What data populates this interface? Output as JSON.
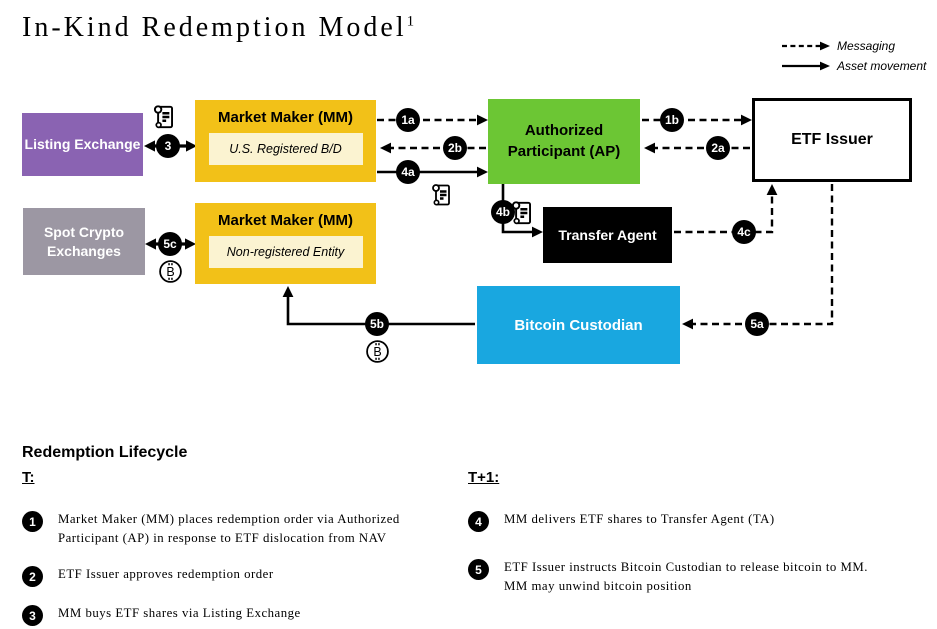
{
  "title": {
    "text": "In-Kind Redemption Model",
    "footnote_marker": "1"
  },
  "legend": {
    "messaging": "Messaging",
    "asset_movement": "Asset movement"
  },
  "colors": {
    "purple": "#8A63B2",
    "yellow": "#F2C118",
    "cream": "#FBF3D1",
    "green": "#6CC634",
    "gray": "#9C97A3",
    "cyan": "#19A7E0",
    "black": "#000000"
  },
  "icons": {
    "bitcoin_letter": "B"
  },
  "diagram": {
    "boxes": {
      "listing_exchange": {
        "title": "Listing Exchange",
        "color": "#8A63B2"
      },
      "market_maker_registered": {
        "title": "Market Maker (MM)",
        "subtitle": "U.S. Registered B/D",
        "color": "#F2C118"
      },
      "authorized_participant": {
        "title": "Authorized Participant (AP)",
        "color": "#6CC634"
      },
      "etf_issuer": {
        "title": "ETF Issuer",
        "color": "#FFFFFF"
      },
      "transfer_agent": {
        "title": "Transfer Agent",
        "color": "#000000"
      },
      "spot_crypto_exchanges": {
        "title": "Spot Crypto Exchanges",
        "color": "#9C97A3"
      },
      "market_maker_nonregistered": {
        "title": "Market Maker (MM)",
        "subtitle": "Non-registered Entity",
        "color": "#F2C118"
      },
      "bitcoin_custodian": {
        "title": "Bitcoin Custodian",
        "color": "#19A7E0"
      }
    },
    "flow_labels": {
      "f1a": "1a",
      "f1b": "1b",
      "f2a": "2a",
      "f2b": "2b",
      "f3": "3",
      "f4a": "4a",
      "f4b": "4b",
      "f4c": "4c",
      "f5a": "5a",
      "f5b": "5b",
      "f5c": "5c"
    }
  },
  "lifecycle": {
    "heading": "Redemption Lifecycle",
    "columns": [
      {
        "heading": "T:",
        "items": [
          {
            "num": "1",
            "text": "Market Maker (MM) places redemption order via Authorized\nParticipant (AP) in response to ETF dislocation from NAV"
          },
          {
            "num": "2",
            "text": "ETF Issuer approves redemption order"
          },
          {
            "num": "3",
            "text": "MM buys ETF shares via Listing Exchange"
          }
        ]
      },
      {
        "heading": "T+1:",
        "items": [
          {
            "num": "4",
            "text": "MM delivers ETF shares to Transfer Agent (TA)"
          },
          {
            "num": "5",
            "text": "ETF Issuer instructs Bitcoin Custodian to release bitcoin to MM.\nMM may unwind bitcoin position"
          }
        ]
      }
    ]
  }
}
